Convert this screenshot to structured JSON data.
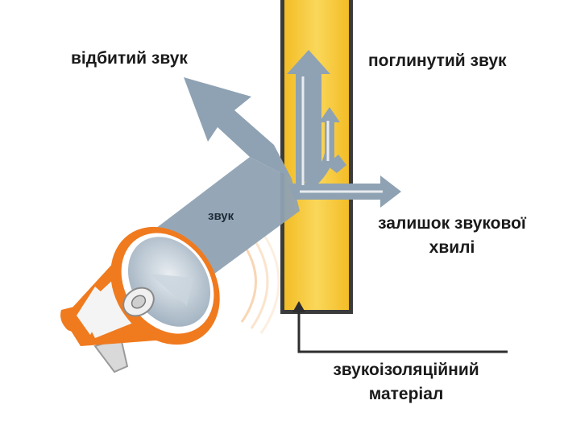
{
  "labels": {
    "reflected": "відбитий звук",
    "absorbed": "поглинутий звук",
    "sound": "звук",
    "remainder": "залишок звукової хвилі",
    "material": "звукоізоляційний матеріал"
  },
  "icons": {
    "megaphone": "megaphone-icon"
  },
  "colors": {
    "material_fill": "#f7c93a",
    "material_border": "#3b3b3b",
    "arrow": "#8fa2b3",
    "megaphone_orange": "#f07a1e",
    "megaphone_white": "#f4f4f4"
  }
}
